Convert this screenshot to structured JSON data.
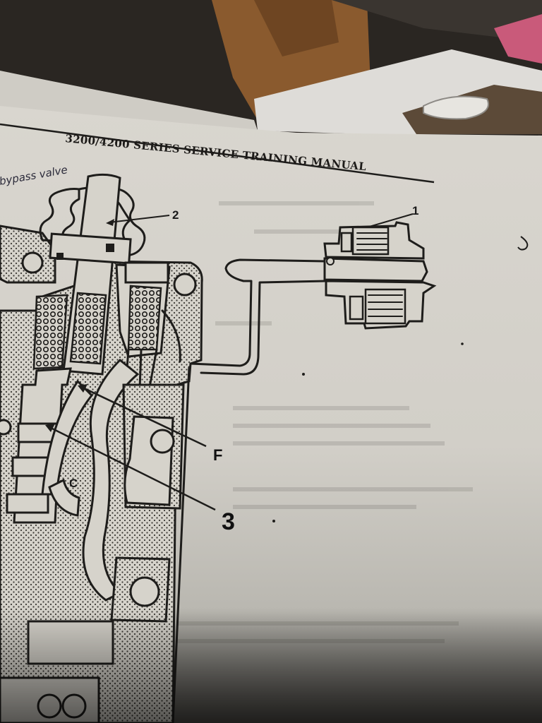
{
  "manual": {
    "header_title": "3200/4200 SERIES SERVICE TRAINING MANUAL",
    "handwritten_note": "bypass valve"
  },
  "diagram": {
    "callouts": {
      "label_1": "1",
      "label_2": "2",
      "label_f": "F",
      "label_3": "3",
      "label_c": "C"
    }
  },
  "colors": {
    "paper": "#dcd9d2",
    "paper_shadow": "#9c9a94",
    "ink": "#1e1d1b",
    "background_dark": "#2a2622",
    "wood": "#8a5a2e"
  }
}
